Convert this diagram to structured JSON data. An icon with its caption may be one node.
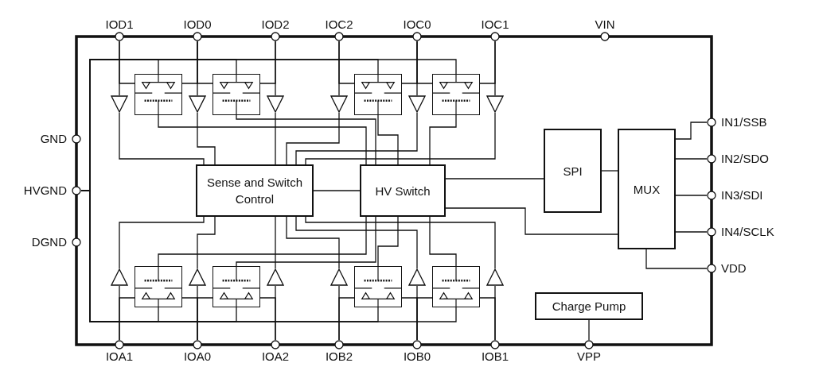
{
  "diagram": {
    "nodes": [
      {
        "text": [
          "IOD1"
        ]
      },
      {
        "text": [
          "IOD0"
        ]
      },
      {
        "text": [
          "IOD2"
        ]
      },
      {
        "text": [
          "IOC2"
        ]
      },
      {
        "text": [
          "IOC0"
        ]
      },
      {
        "text": [
          "IOC1"
        ]
      },
      {
        "text": [
          "VIN"
        ]
      },
      {
        "text": [
          "GND"
        ]
      },
      {
        "text": [
          "HVGND"
        ]
      },
      {
        "text": [
          "DGND"
        ]
      },
      {
        "text": [],
        "shape": "box"
      },
      {
        "text": [],
        "shape": "box"
      },
      {
        "text": [],
        "shape": "box"
      },
      {
        "text": [],
        "shape": "box"
      },
      {
        "text": [],
        "shape": "triangle"
      },
      {
        "text": [],
        "shape": "triangle"
      },
      {
        "text": [],
        "shape": "triangle"
      },
      {
        "text": [],
        "shape": "triangle"
      },
      {
        "text": [],
        "shape": "triangle"
      },
      {
        "text": [],
        "shape": "triangle"
      },
      {
        "text": [
          "Sense and Switch Control"
        ]
      },
      {
        "text": [
          "HV Switch"
        ]
      },
      {
        "text": [
          "SPI"
        ]
      },
      {
        "text": [
          "MUX"
        ]
      },
      {
        "text": [
          "IN1/SSB"
        ]
      },
      {
        "text": [
          "IN2/SDO"
        ]
      },
      {
        "text": [
          "IN3/SDI"
        ]
      },
      {
        "text": [
          "IN4/SCLK"
        ]
      },
      {
        "text": [
          "VDD"
        ]
      },
      {
        "text": [],
        "shape": "triangle"
      },
      {
        "text": [],
        "shape": "triangle"
      },
      {
        "text": [],
        "shape": "triangle"
      },
      {
        "text": [],
        "shape": "triangle"
      },
      {
        "text": [],
        "shape": "triangle"
      },
      {
        "text": [],
        "shape": "triangle"
      },
      {
        "text": [],
        "shape": "box"
      },
      {
        "text": [],
        "shape": "box"
      },
      {
        "text": [],
        "shape": "box"
      },
      {
        "text": [],
        "shape": "box"
      },
      {
        "text": [
          "Charge Pump"
        ]
      },
      {
        "text": [
          "IOA1"
        ]
      },
      {
        "text": [
          "IOA0"
        ]
      },
      {
        "text": [
          "IOA2"
        ]
      },
      {
        "text": [
          "IOB2"
        ]
      },
      {
        "text": [
          "IOB0"
        ]
      },
      {
        "text": [
          "IOB1"
        ]
      },
      {
        "text": [
          "VPP"
        ]
      }
    ],
    "edges": [
      {
        "from": 0,
        "to": 14,
        "arrow": "none"
      },
      {
        "from": 1,
        "to": 15,
        "arrow": "none"
      },
      {
        "from": 2,
        "to": 16,
        "arrow": "none"
      },
      {
        "from": 3,
        "to": 17,
        "arrow": "none"
      },
      {
        "from": 4,
        "to": 18,
        "arrow": "none"
      },
      {
        "from": 5,
        "to": 19,
        "arrow": "none"
      },
      {
        "from": 0,
        "to": 10,
        "arrow": "none"
      },
      {
        "from": 1,
        "to": 10,
        "arrow": "none"
      },
      {
        "from": 1,
        "to": 11,
        "arrow": "none"
      },
      {
        "from": 2,
        "to": 11,
        "arrow": "none"
      },
      {
        "from": 3,
        "to": 12,
        "arrow": "none"
      },
      {
        "from": 4,
        "to": 12,
        "arrow": "none"
      },
      {
        "from": 4,
        "to": 13,
        "arrow": "none"
      },
      {
        "from": 5,
        "to": 13,
        "arrow": "none"
      },
      {
        "from": 10,
        "to": 8,
        "arrow": "none"
      },
      {
        "from": 11,
        "to": 8,
        "arrow": "none"
      },
      {
        "from": 12,
        "to": 8,
        "arrow": "none"
      },
      {
        "from": 13,
        "to": 8,
        "arrow": "none"
      },
      {
        "from": 14,
        "to": 20,
        "arrow": "none"
      },
      {
        "from": 15,
        "to": 20,
        "arrow": "none"
      },
      {
        "from": 16,
        "to": 20,
        "arrow": "none"
      },
      {
        "from": 17,
        "to": 20,
        "arrow": "none"
      },
      {
        "from": 18,
        "to": 20,
        "arrow": "none"
      },
      {
        "from": 19,
        "to": 20,
        "arrow": "none"
      },
      {
        "from": 10,
        "to": 21,
        "arrow": "none"
      },
      {
        "from": 11,
        "to": 21,
        "arrow": "none"
      },
      {
        "from": 12,
        "to": 21,
        "arrow": "none"
      },
      {
        "from": 13,
        "to": 21,
        "arrow": "none"
      },
      {
        "from": 20,
        "to": 21,
        "arrow": "none"
      },
      {
        "from": 21,
        "to": 22,
        "arrow": "none"
      },
      {
        "from": 21,
        "to": 23,
        "arrow": "none"
      },
      {
        "from": 22,
        "to": 23,
        "arrow": "none"
      },
      {
        "from": 23,
        "to": 24,
        "arrow": "none"
      },
      {
        "from": 23,
        "to": 25,
        "arrow": "none"
      },
      {
        "from": 23,
        "to": 26,
        "arrow": "none"
      },
      {
        "from": 23,
        "to": 27,
        "arrow": "none"
      },
      {
        "from": 23,
        "to": 28,
        "arrow": "none"
      },
      {
        "from": 39,
        "to": 46,
        "arrow": "none"
      },
      {
        "from": 40,
        "to": 29,
        "arrow": "none"
      },
      {
        "from": 41,
        "to": 30,
        "arrow": "none"
      },
      {
        "from": 42,
        "to": 31,
        "arrow": "none"
      },
      {
        "from": 43,
        "to": 32,
        "arrow": "none"
      },
      {
        "from": 44,
        "to": 33,
        "arrow": "none"
      },
      {
        "from": 45,
        "to": 34,
        "arrow": "none"
      },
      {
        "from": 40,
        "to": 35,
        "arrow": "none"
      },
      {
        "from": 41,
        "to": 35,
        "arrow": "none"
      },
      {
        "from": 41,
        "to": 36,
        "arrow": "none"
      },
      {
        "from": 42,
        "to": 36,
        "arrow": "none"
      },
      {
        "from": 43,
        "to": 37,
        "arrow": "none"
      },
      {
        "from": 44,
        "to": 37,
        "arrow": "none"
      },
      {
        "from": 44,
        "to": 38,
        "arrow": "none"
      },
      {
        "from": 45,
        "to": 38,
        "arrow": "none"
      },
      {
        "from": 35,
        "to": 8,
        "arrow": "none"
      },
      {
        "from": 36,
        "to": 8,
        "arrow": "none"
      },
      {
        "from": 37,
        "to": 8,
        "arrow": "none"
      },
      {
        "from": 38,
        "to": 8,
        "arrow": "none"
      },
      {
        "from": 29,
        "to": 20,
        "arrow": "none"
      },
      {
        "from": 30,
        "to": 20,
        "arrow": "none"
      },
      {
        "from": 31,
        "to": 20,
        "arrow": "none"
      },
      {
        "from": 32,
        "to": 20,
        "arrow": "none"
      },
      {
        "from": 33,
        "to": 20,
        "arrow": "none"
      },
      {
        "from": 34,
        "to": 20,
        "arrow": "none"
      },
      {
        "from": 35,
        "to": 21,
        "arrow": "none"
      },
      {
        "from": 36,
        "to": 21,
        "arrow": "none"
      },
      {
        "from": 37,
        "to": 21,
        "arrow": "none"
      },
      {
        "from": 38,
        "to": 21,
        "arrow": "none"
      }
    ]
  }
}
